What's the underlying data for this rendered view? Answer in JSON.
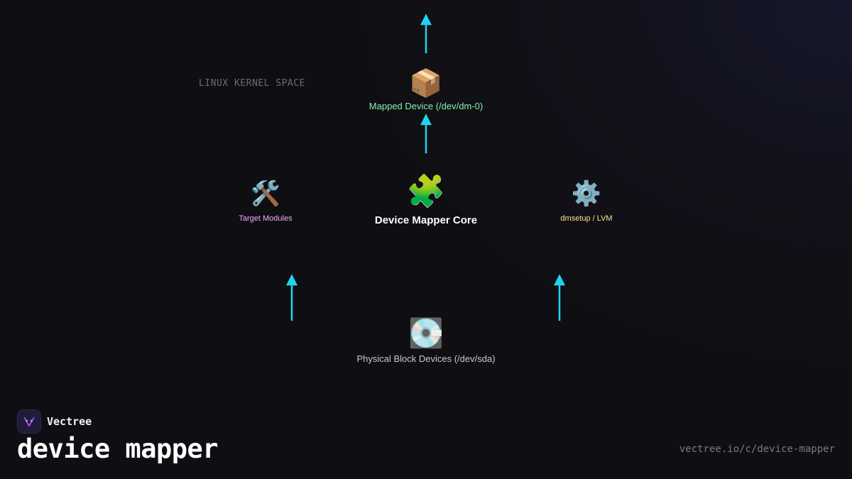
{
  "diagram": {
    "space_label": "LINUX KERNEL SPACE",
    "mapped_device": {
      "icon": "package-icon",
      "emoji": "📦",
      "label": "Mapped Device (/dev/dm-0)",
      "color": "#86efac"
    },
    "core": {
      "icon": "puzzle-icon",
      "emoji": "🧩",
      "label": "Device Mapper Core",
      "color": "#ffffff"
    },
    "target_modules": {
      "icon": "tools-icon",
      "emoji": "🛠️",
      "label": "Target Modules",
      "color": "#f0abfc"
    },
    "dmsetup": {
      "icon": "gear-icon",
      "emoji": "⚙️",
      "label": "dmsetup / LVM",
      "color": "#fde68a"
    },
    "physical": {
      "icon": "disk-icon",
      "emoji": "💽",
      "label": "Physical Block Devices (/dev/sda)",
      "color": "#c8c8d0"
    },
    "arrow_color": "#22d3ee"
  },
  "footer": {
    "brand": "Vectree",
    "title": "device mapper",
    "url": "vectree.io/c/device-mapper"
  }
}
